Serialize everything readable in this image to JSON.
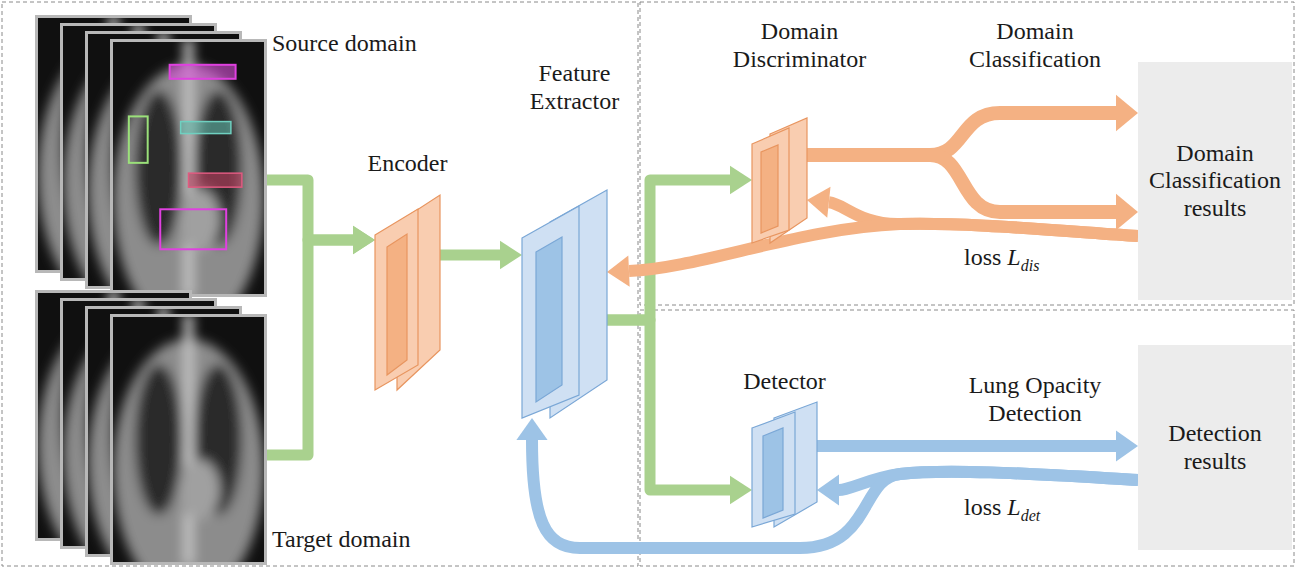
{
  "diagram": {
    "nodes": [
      {
        "text": [
          "Source domain"
        ]
      },
      {
        "text": [
          "Target domain"
        ]
      },
      {
        "text": [
          "Encoder"
        ]
      },
      {
        "text": [
          "Feature Extractor"
        ]
      },
      {
        "text": [
          "Domain Discriminator"
        ]
      },
      {
        "text": [
          "Detector"
        ]
      },
      {
        "text": [
          "Domain Classification results"
        ]
      },
      {
        "text": [
          "Detection results"
        ]
      }
    ],
    "edges": [
      {
        "from": 0,
        "to": 2,
        "arrow": "to"
      },
      {
        "from": 1,
        "to": 2,
        "arrow": "to"
      },
      {
        "from": 2,
        "to": 3,
        "arrow": "to"
      },
      {
        "from": 3,
        "to": 4,
        "arrow": "to"
      },
      {
        "from": 3,
        "to": 5,
        "arrow": "to"
      },
      {
        "from": 4,
        "to": 6,
        "label": "Domain Classification",
        "arrow": "to"
      },
      {
        "from": 6,
        "to": 4,
        "arrow": "to"
      },
      {
        "from": 6,
        "to": 3,
        "arrow": "to"
      },
      {
        "from": 5,
        "to": 7,
        "label": "Lung Opacity Detection",
        "arrow": "to"
      },
      {
        "from": 7,
        "to": 5,
        "arrow": "to"
      },
      {
        "from": 7,
        "to": 3,
        "arrow": "to"
      }
    ],
    "labels": [
      "loss",
      "L",
      "dis",
      "loss",
      "L",
      "det"
    ]
  }
}
